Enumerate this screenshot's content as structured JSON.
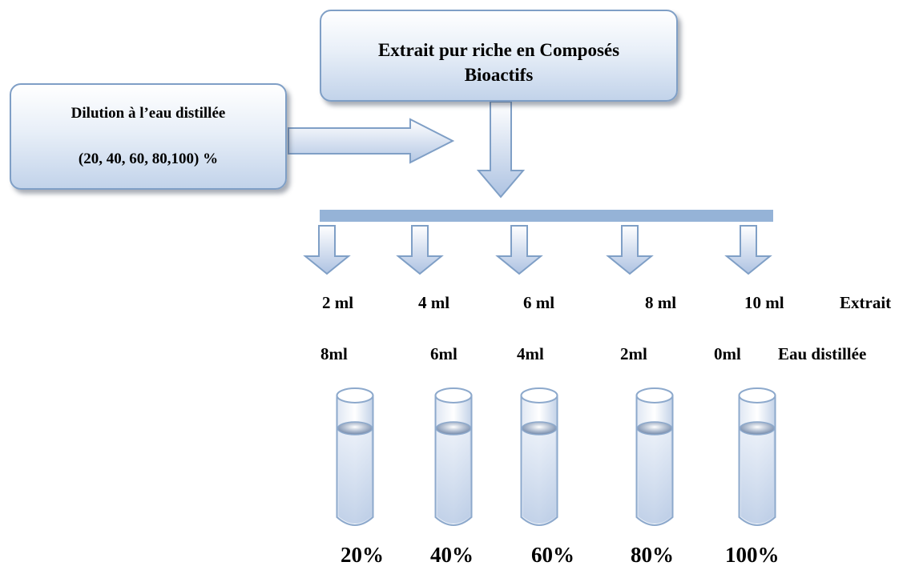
{
  "extract_box": {
    "line1": "Extrait pur  riche en Composés",
    "line2": "Bioactifs"
  },
  "dilution_box": {
    "line1": "Dilution à l’eau distillée",
    "line2": "(20, 40, 60, 80,100) %"
  },
  "extract_volumes": [
    "2 ml",
    "4 ml",
    "6 ml",
    "8 ml",
    "10 ml"
  ],
  "extract_label": "Extrait",
  "water_volumes": [
    "8ml",
    "6ml",
    "4ml",
    "2ml",
    "0ml"
  ],
  "water_label": "Eau distillée",
  "percentages": [
    "20%",
    "40%",
    "60%",
    "80%",
    "100%"
  ],
  "colors": {
    "box_border": "#7f9fc6",
    "bar": "#95b3d7",
    "tube_outline": "#8da9cc",
    "arrow_fill": "#c5d4ea"
  }
}
